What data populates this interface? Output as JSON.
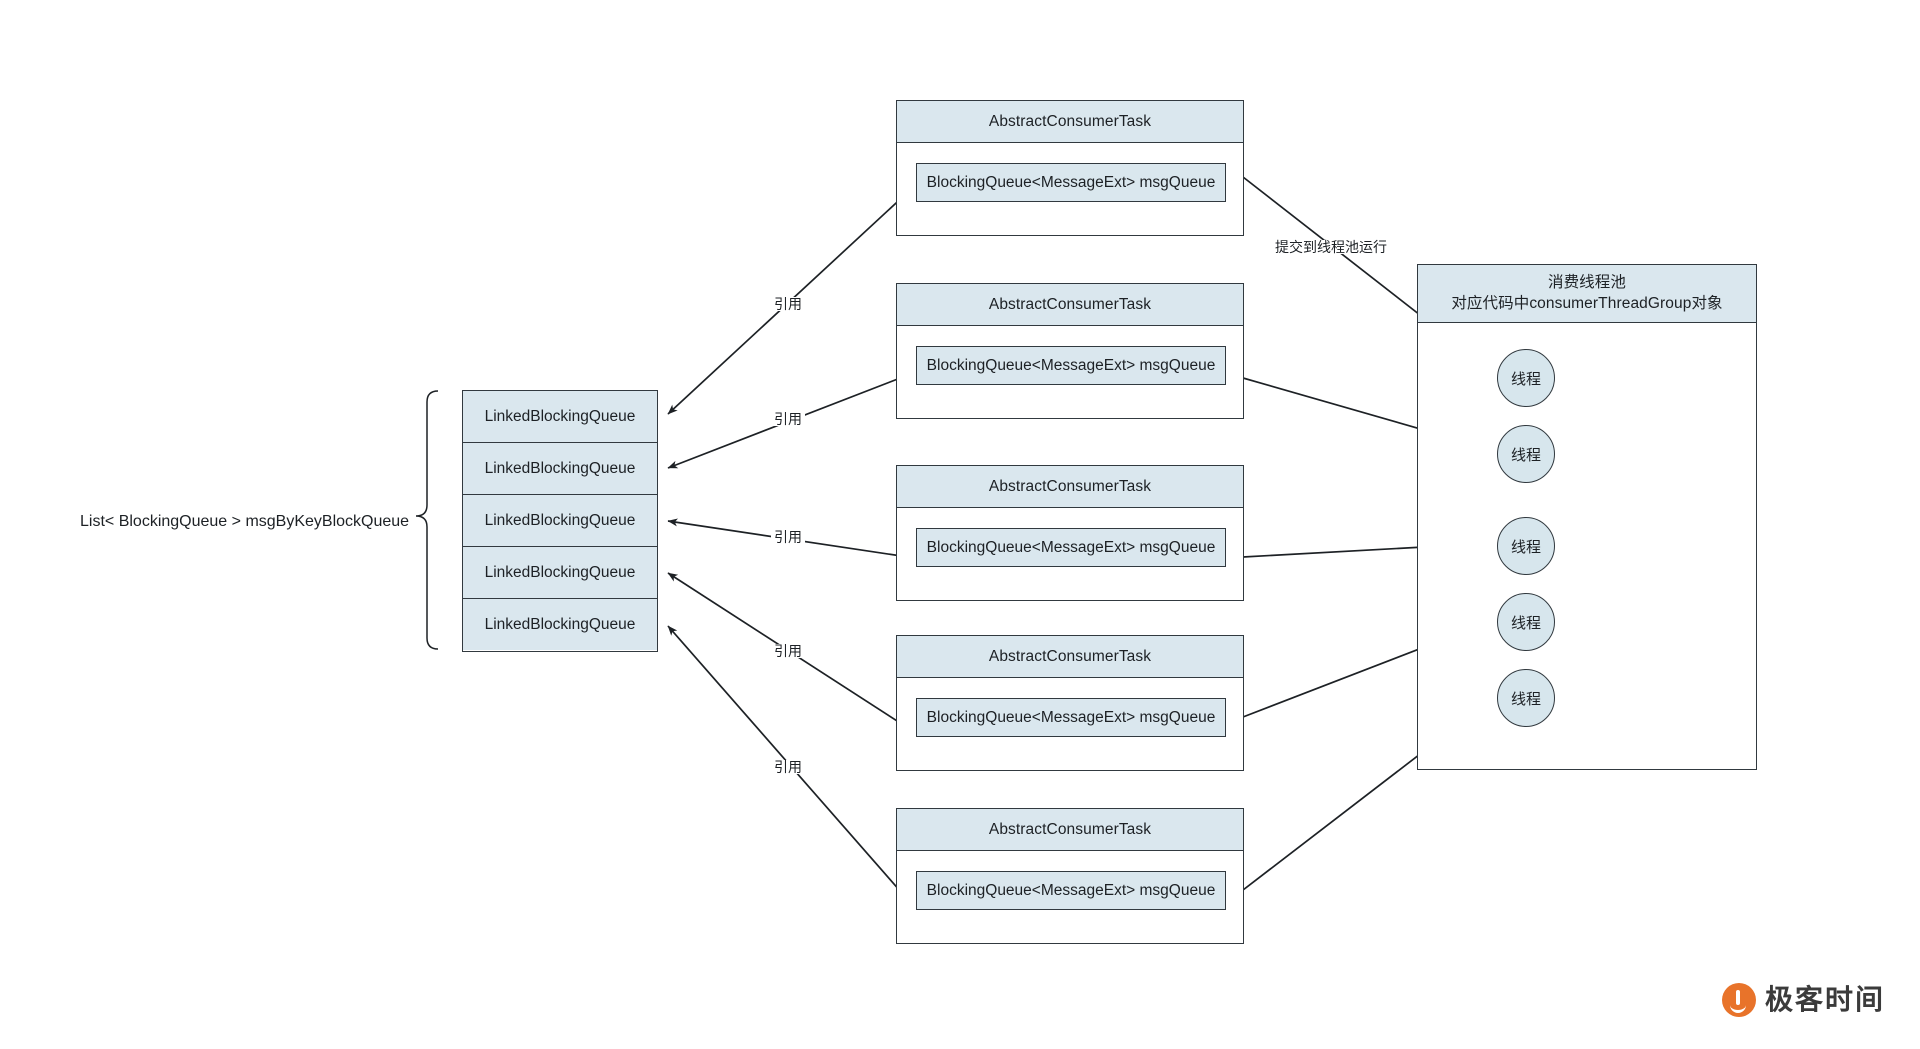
{
  "diagram": {
    "title": "RocketMQ consumer task / thread pool reference diagram",
    "colors": {
      "fill": "#dae7ee",
      "stroke": "#31393f",
      "text": "#1d2125",
      "brand": "#e8732a"
    },
    "list_label": "List< BlockingQueue > msgByKeyBlockQueue",
    "queue_stack": {
      "name": "msgByKeyBlockQueue",
      "items": [
        {
          "label": "LinkedBlockingQueue"
        },
        {
          "label": "LinkedBlockingQueue"
        },
        {
          "label": "LinkedBlockingQueue"
        },
        {
          "label": "LinkedBlockingQueue"
        },
        {
          "label": "LinkedBlockingQueue"
        }
      ]
    },
    "tasks": [
      {
        "title": "AbstractConsumerTask",
        "field": "BlockingQueue<MessageExt> msgQueue"
      },
      {
        "title": "AbstractConsumerTask",
        "field": "BlockingQueue<MessageExt> msgQueue"
      },
      {
        "title": "AbstractConsumerTask",
        "field": "BlockingQueue<MessageExt> msgQueue"
      },
      {
        "title": "AbstractConsumerTask",
        "field": "BlockingQueue<MessageExt> msgQueue"
      },
      {
        "title": "AbstractConsumerTask",
        "field": "BlockingQueue<MessageExt> msgQueue"
      }
    ],
    "thread_pool": {
      "title_line1": "消费线程池",
      "title_line2": "对应代码中consumerThreadGroup对象",
      "threads": [
        {
          "label": "线程"
        },
        {
          "label": "线程"
        },
        {
          "label": "线程"
        },
        {
          "label": "线程"
        },
        {
          "label": "线程"
        }
      ]
    },
    "edge_labels": {
      "reference": "引用",
      "submit": "提交到线程池运行"
    },
    "brand": {
      "text": "极客时间"
    }
  }
}
